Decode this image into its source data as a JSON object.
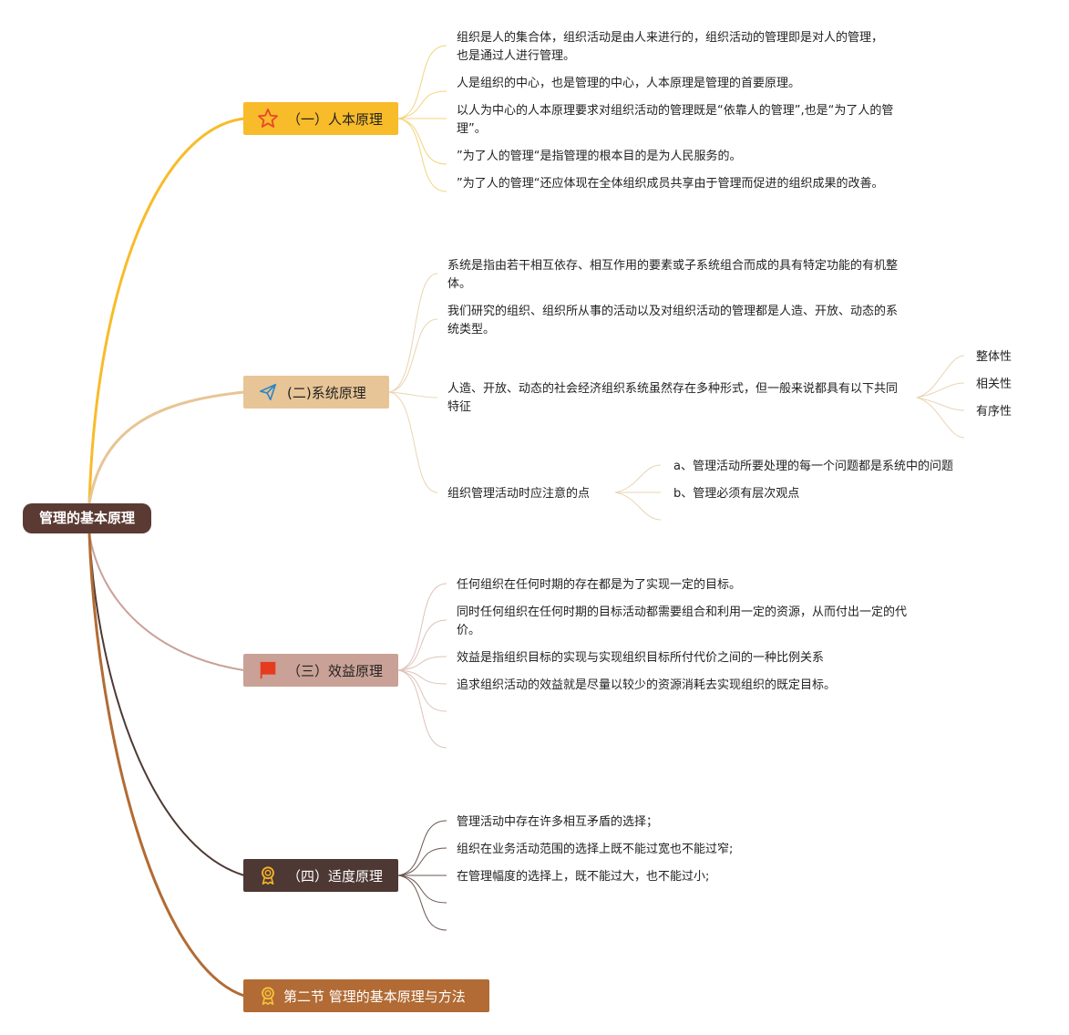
{
  "root": {
    "title": "管理的基本原理"
  },
  "branches": [
    {
      "label": "（一）人本原理",
      "icon": "star-icon",
      "color": "#f8bb2a",
      "children": [
        "组织是人的集合体，组织活动是由人来进行的，组织活动的管理即是对人的管理，也是通过人进行管理。",
        "人是组织的中心，也是管理的中心，人本原理是管理的首要原理。",
        "以人为中心的人本原理要求对组织活动的管理既是“依靠人的管理”,也是“为了人的管理”。",
        "”为了人的管理“是指管理的根本目的是为人民服务的。",
        "”为了人的管理“还应体现在全体组织成员共享由于管理而促进的组织成果的改善。"
      ]
    },
    {
      "label": "(二)系统原理",
      "icon": "send-icon",
      "color": "#e8c596",
      "children": [
        "系统是指由若干相互依存、相互作用的要素或子系统组合而成的具有特定功能的有机整体。",
        "我们研究的组织、组织所从事的活动以及对组织活动的管理都是人造、开放、动态的系统类型。",
        "人造、开放、动态的社会经济组织系统虽然存在多种形式，但一般来说都具有以下共同特征",
        "组织管理活动时应注意的点"
      ],
      "features": [
        "整体性",
        "相关性",
        "有序性"
      ],
      "points": [
        "a、管理活动所要处理的每一个问题都是系统中的问题",
        "b、管理必须有层次观点"
      ]
    },
    {
      "label": "（三）效益原理",
      "icon": "flag-icon",
      "color": "#c9a196",
      "children": [
        "任何组织在任何时期的存在都是为了实现一定的目标。",
        "同时任何组织在任何时期的目标活动都需要组合和利用一定的资源，从而付出一定的代价。",
        "效益是指组织目标的实现与实现组织目标所付代价之间的一种比例关系",
        "追求组织活动的效益就是尽量以较少的资源消耗去实现组织的既定目标。"
      ]
    },
    {
      "label": "（四）适度原理",
      "icon": "medal-icon",
      "color": "#4e3834",
      "children": [
        "管理活动中存在许多相互矛盾的选择；",
        "组织在业务活动范围的选择上既不能过宽也不能过窄;",
        "在管理幅度的选择上，既不能过大，也不能过小;"
      ]
    },
    {
      "label": "第二节 管理的基本原理与方法",
      "icon": "medal-icon",
      "color": "#b26b34"
    }
  ]
}
